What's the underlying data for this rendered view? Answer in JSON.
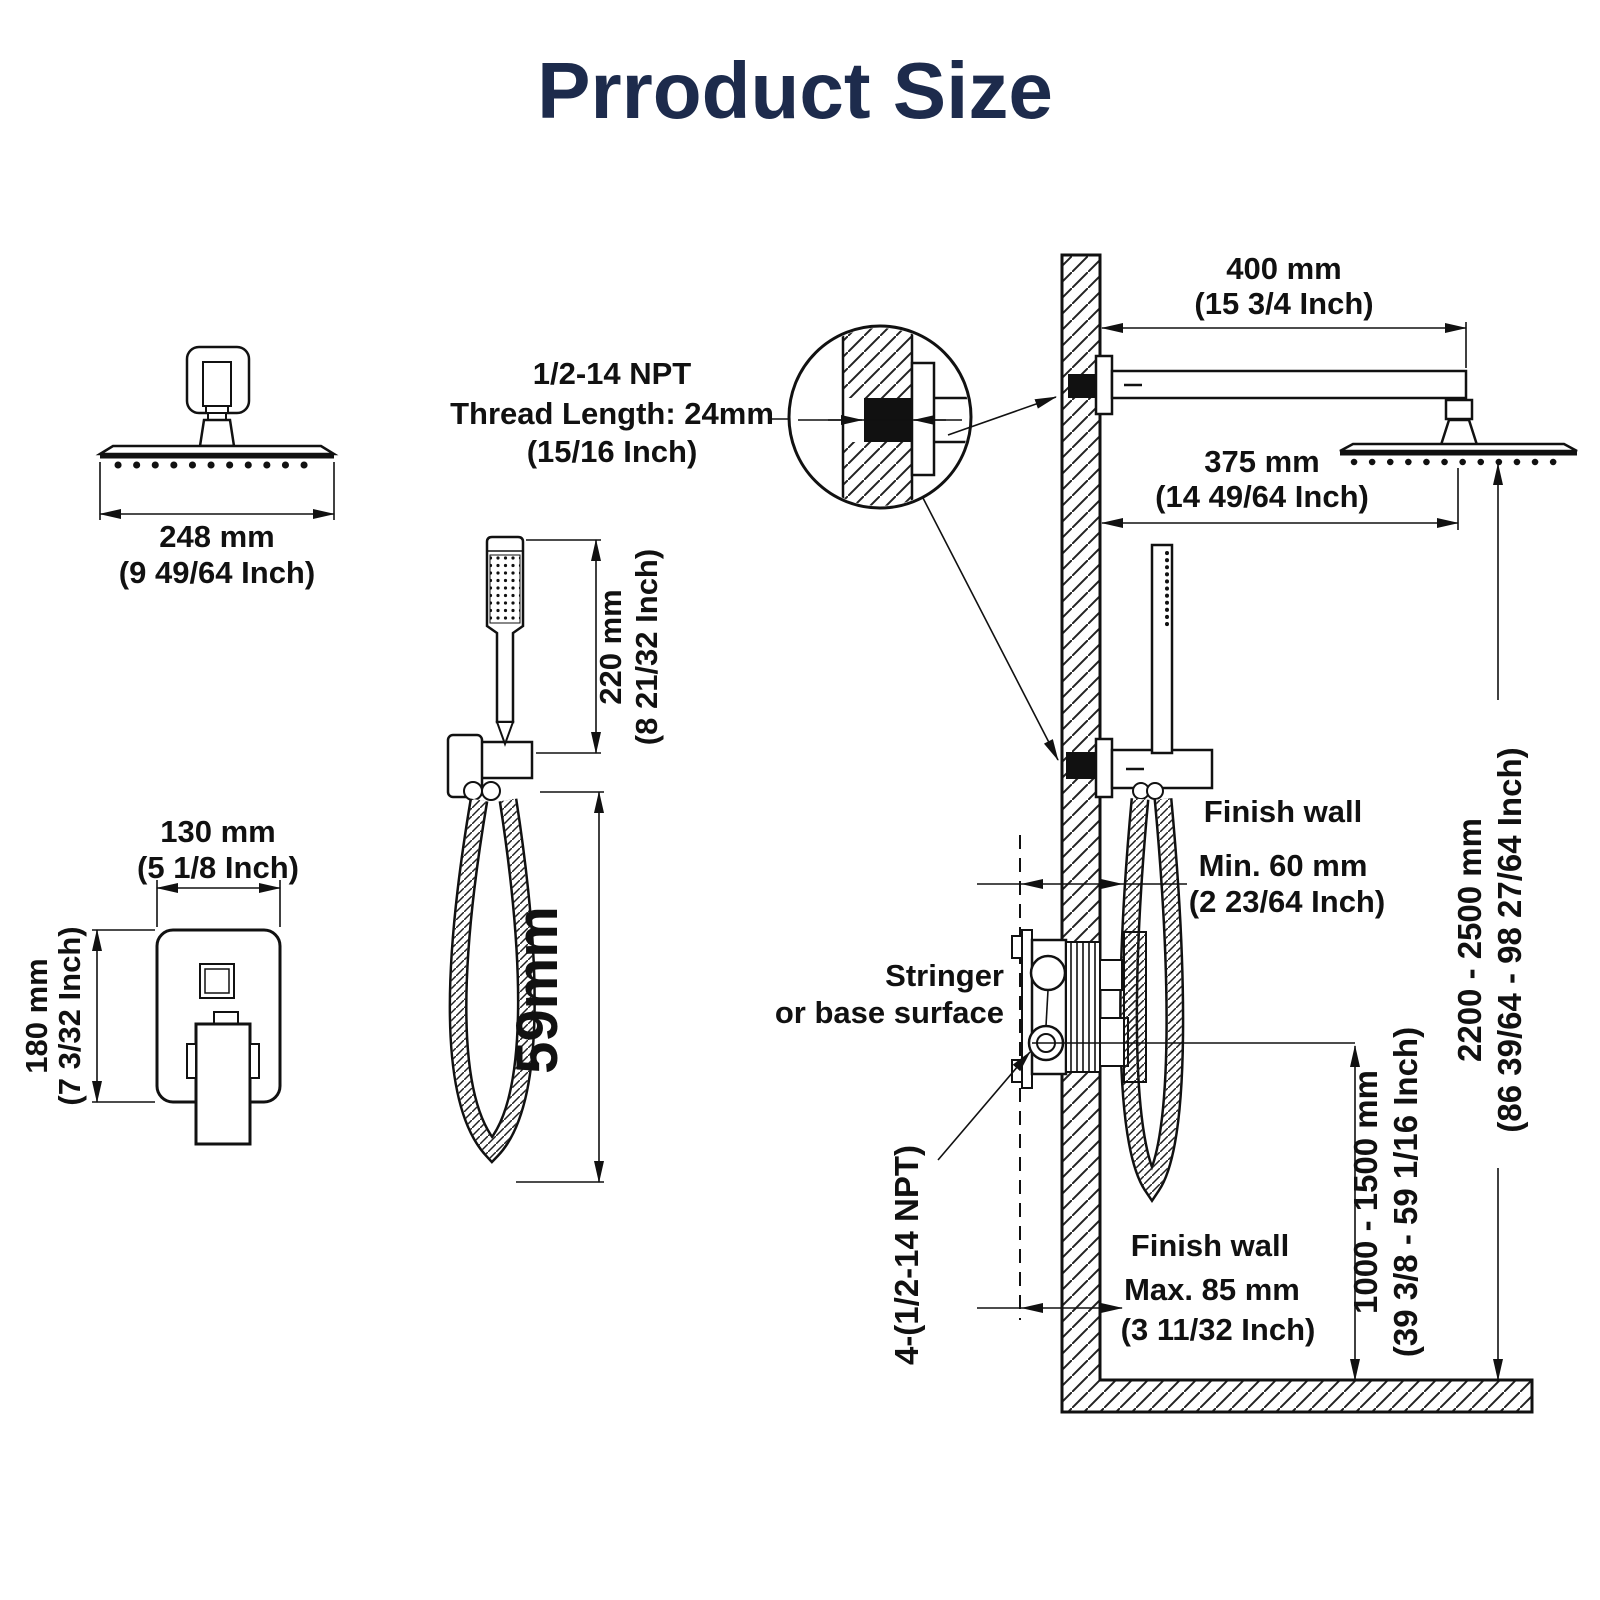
{
  "title": "Prroduct Size",
  "colors": {
    "title": "#1d2b4c",
    "line": "#111111",
    "background": "#ffffff"
  },
  "overhead_shower": {
    "width_mm": "248 mm",
    "width_in": "(9 49/64 Inch)"
  },
  "thread_note": {
    "l1": "1/2-14 NPT",
    "l2": "Thread Length: 24mm",
    "l3": "(15/16 Inch)"
  },
  "shower_arm": {
    "length_mm": "400 mm",
    "length_in": "(15 3/4 Inch)"
  },
  "head_offset": {
    "mm": "375 mm",
    "in": "(14 49/64 Inch)"
  },
  "hand_shower": {
    "length_mm": "220 mm",
    "length_in": "(8 21/32 Inch)",
    "hose_mm": "59mm"
  },
  "valve_trim": {
    "width_mm": "130 mm",
    "width_in": "(5 1/8 Inch)",
    "height_mm": "180 mm",
    "height_in": "(7 3/32 Inch)"
  },
  "install": {
    "finish_wall_min": {
      "l1": "Finish wall",
      "l2": "Min. 60 mm",
      "l3": "(2 23/64 Inch)"
    },
    "stringer": {
      "l1": "Stringer",
      "l2": "or base surface"
    },
    "ports": "4-(1/2-14 NPT)",
    "finish_wall_max": {
      "l1": "Finish wall",
      "l2": "Max. 85 mm",
      "l3": "(3 11/32 Inch)"
    },
    "valve_height": {
      "mm": "1000 - 1500 mm",
      "in": "(39 3/8 - 59 1/16 Inch)"
    },
    "head_height": {
      "mm": "2200 - 2500 mm",
      "in": "(86 39/64 - 98 27/64 Inch)"
    }
  }
}
